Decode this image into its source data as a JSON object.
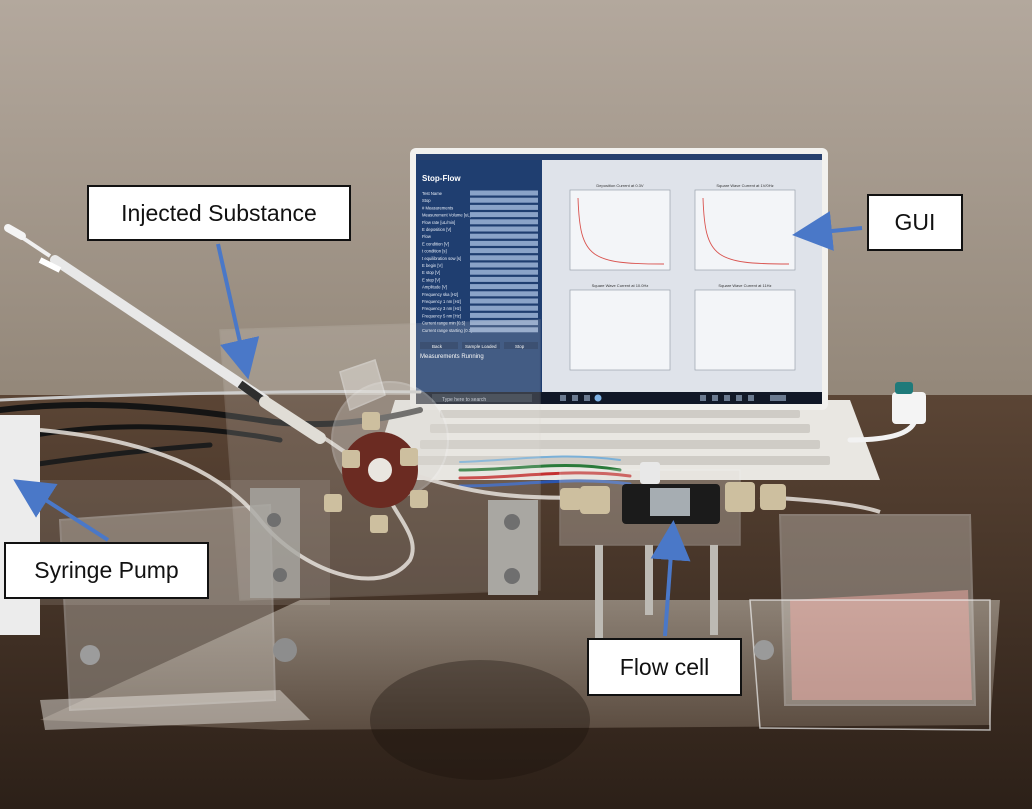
{
  "labels": {
    "injected_substance": "Injected Substance",
    "gui": "GUI",
    "syringe_pump": "Syringe Pump",
    "flow_cell": "Flow cell"
  },
  "laptop_screen": {
    "panel_title": "Stop-Flow",
    "fields": [
      "Test Name",
      "Stop",
      "# Measurements",
      "Measurement Volume [uL]",
      "Flow rate [uL/min]",
      "E deposition [V]",
      "Flow",
      "E condition [V]",
      "t condition [s]",
      "t equilibration sow [s]",
      "E begin [V]",
      "E stop [V]",
      "E step [V]",
      "Amplitude [V]",
      "Frequency ska [Hz]",
      "Frequency 1 nm [Hz]",
      "Frequency 3 nm [Hz]",
      "Frequency 5 nm [Hz]",
      "Current range min [0.5]",
      "Current range starting (0.1)"
    ],
    "buttons": [
      "Back",
      "Sample Loaded",
      "Stop"
    ],
    "status": "Measurements Running",
    "taskbar_search": "Type here to search",
    "plot_titles": [
      "Deposition Current at 0.3V",
      "Square Wave Current at 1V/0Hz",
      "Square Wave Current at 10.0Hz",
      "Square Wave Current at 11Hz"
    ]
  },
  "colors": {
    "wall": "#9e9286",
    "table": "#4a3628",
    "arrow": "#4a78c8",
    "gui_panel": "#1f3e70",
    "plot_bg": "#dfe3ea",
    "curve": "#d9534f"
  }
}
